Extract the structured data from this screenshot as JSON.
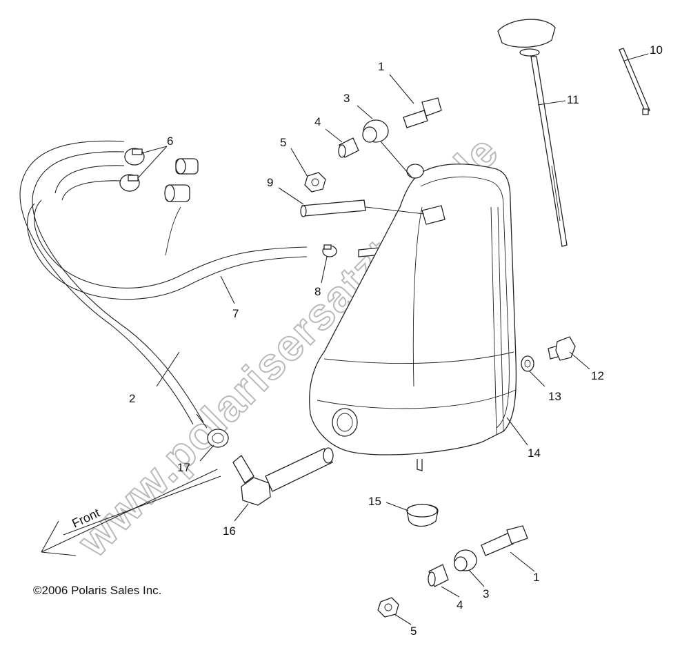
{
  "copyright": "©2006 Polaris Sales Inc.",
  "front_label": "Front",
  "watermark": "www.polarisersatzteile.de",
  "callouts": {
    "c1a": "1",
    "c1b": "1",
    "c2": "2",
    "c3a": "3",
    "c3b": "3",
    "c4a": "4",
    "c4b": "4",
    "c5a": "5",
    "c5b": "5",
    "c6": "6",
    "c7": "7",
    "c8": "8",
    "c9": "9",
    "c10": "10",
    "c11": "11",
    "c12": "12",
    "c13": "13",
    "c14": "14",
    "c15": "15",
    "c16": "16",
    "c17": "17"
  }
}
